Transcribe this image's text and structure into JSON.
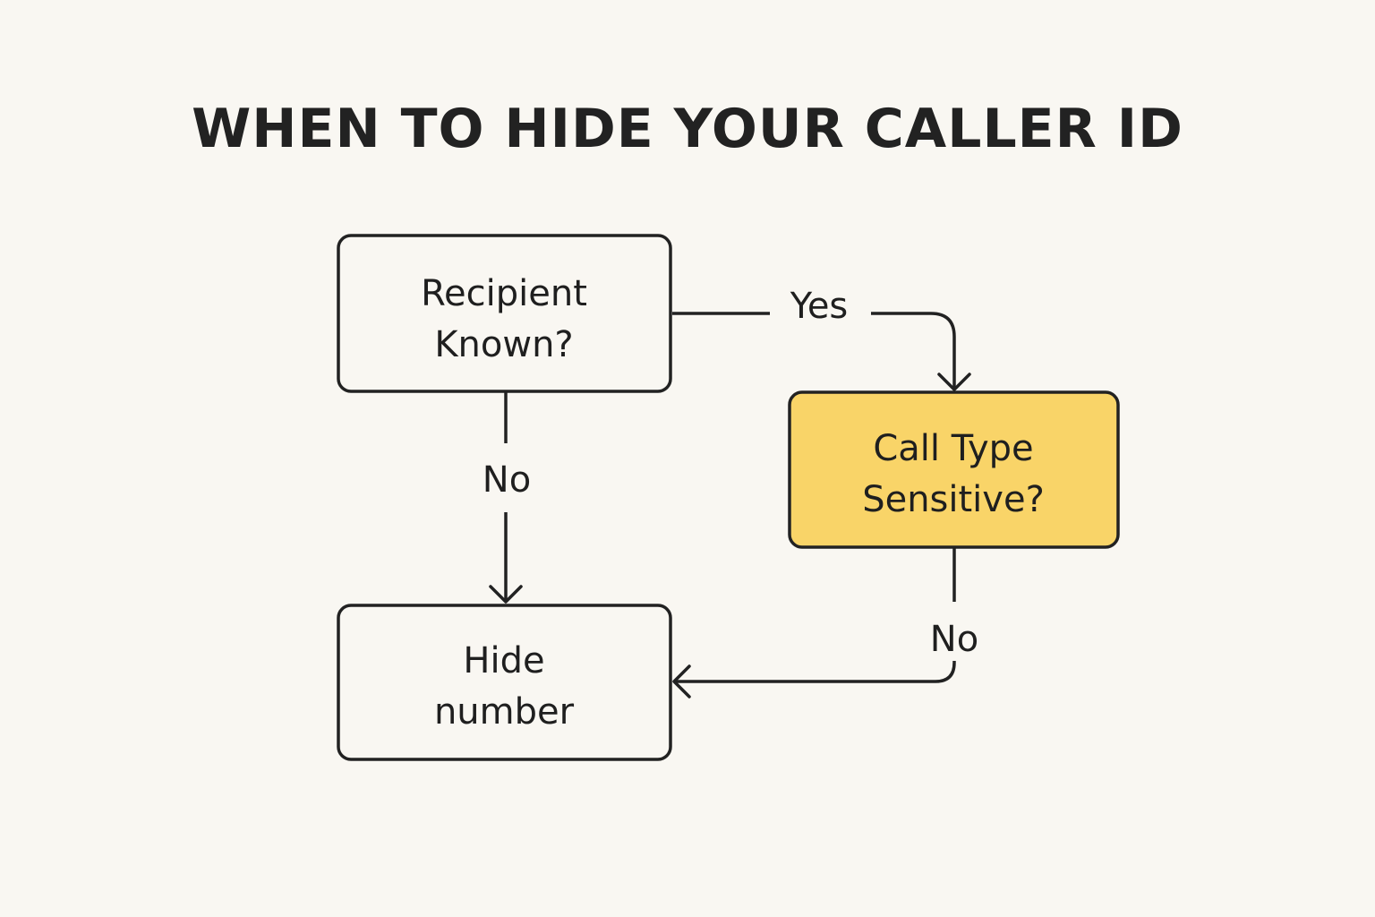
{
  "title": "WHEN TO HIDE YOUR CALLER ID",
  "colors": {
    "background": "#f9f7f2",
    "stroke": "#222222",
    "box_fill": "#f9f7f2",
    "highlight_fill": "#f9d468"
  },
  "nodes": {
    "recipient_known": {
      "line1": "Recipient",
      "line2": "Known?"
    },
    "call_type_sensitive": {
      "line1": "Call Type",
      "line2": "Sensitive?"
    },
    "hide_number": {
      "line1": "Hide",
      "line2": "number"
    }
  },
  "edges": {
    "recipient_to_call_type": {
      "label": "Yes"
    },
    "recipient_to_hide": {
      "label": "No"
    },
    "call_type_to_hide": {
      "label": "No"
    }
  }
}
